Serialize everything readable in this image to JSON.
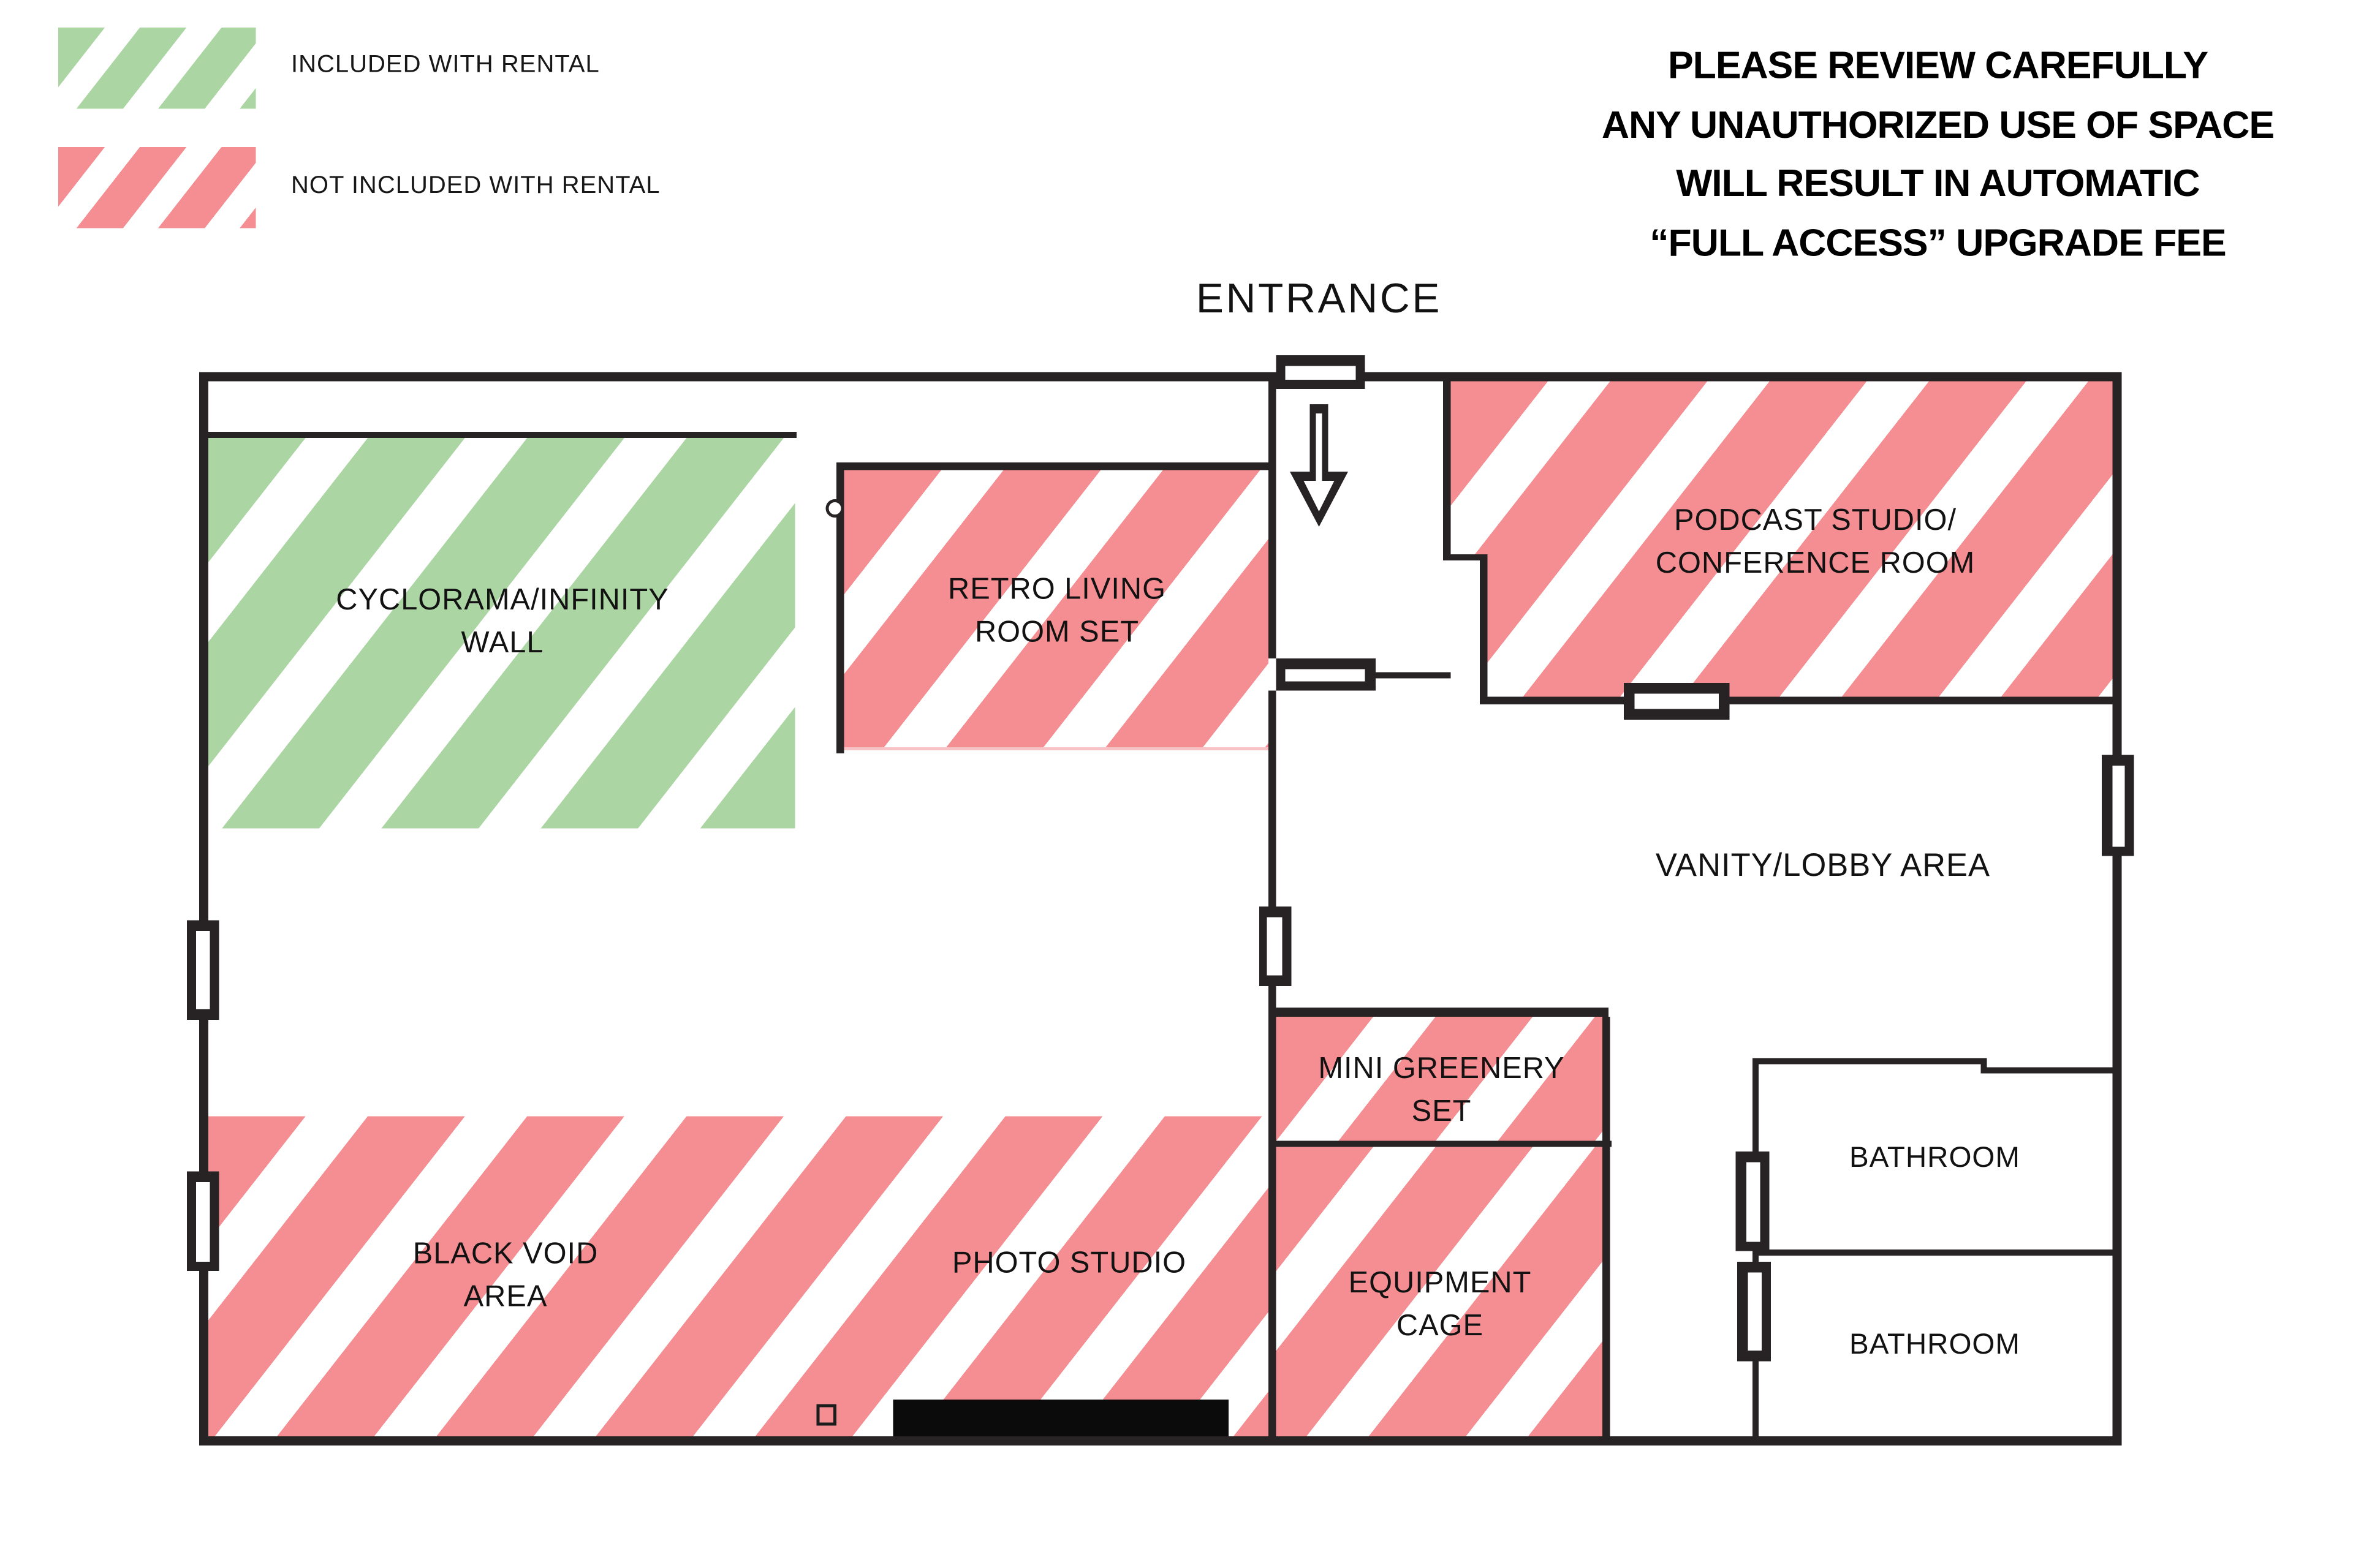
{
  "colors": {
    "included_green": "#abd5a2",
    "not_included_pink": "#f58e92",
    "wall": "#272223"
  },
  "legend": {
    "included_label": "INCLUDED WITH RENTAL",
    "not_included_label": "NOT INCLUDED WITH RENTAL"
  },
  "warning": {
    "line1": "PLEASE REVIEW CAREFULLY",
    "line2": "ANY UNAUTHORIZED USE OF SPACE",
    "line3": "WILL RESULT IN AUTOMATIC",
    "line4": "“FULL ACCESS” UPGRADE FEE"
  },
  "entrance_label": "ENTRANCE",
  "rooms": {
    "cyclorama": {
      "line1": "CYCLORAMA/INFINITY",
      "line2": "WALL",
      "status": "included"
    },
    "retro": {
      "line1": "RETRO LIVING",
      "line2": "ROOM SET",
      "status": "not included"
    },
    "podcast": {
      "line1": "PODCAST STUDIO/",
      "line2": "CONFERENCE ROOM",
      "status": "not included"
    },
    "vanity": {
      "line1": "VANITY/LOBBY AREA",
      "status": "open"
    },
    "mini_greenery": {
      "line1": "MINI GREENERY",
      "line2": "SET",
      "status": "not included"
    },
    "black_void": {
      "line1": "BLACK VOID",
      "line2": "AREA",
      "status": "not included"
    },
    "photo_studio": {
      "line1": "PHOTO STUDIO",
      "status": "not included"
    },
    "equipment_cage": {
      "line1": "EQUIPMENT",
      "line2": "CAGE",
      "status": "not included"
    },
    "bathroom_top": {
      "line1": "BATHROOM",
      "status": "open"
    },
    "bathroom_bottom": {
      "line1": "BATHROOM",
      "status": "open"
    }
  }
}
